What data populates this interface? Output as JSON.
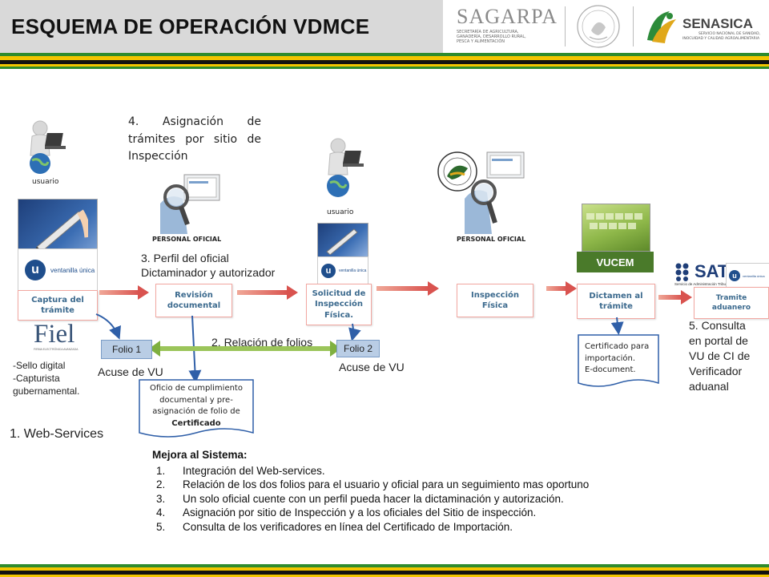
{
  "header": {
    "title": "ESQUEMA DE OPERACIÓN VDMCE",
    "logo_sagarpa": "SAGARPA",
    "sagarpa_sub": [
      "SECRETARÍA DE AGRICULTURA,",
      "GANADERÍA, DESARROLLO RURAL,",
      "PESCA Y ALIMENTACIÓN"
    ],
    "logo_senasica": "SENASICA",
    "senasica_sub": [
      "SERVICIO NACIONAL DE SANIDAD,",
      "INOCUIDAD Y CALIDAD AGROALIMENTARIA"
    ],
    "colors": {
      "band": "#d9d9d9",
      "stripe_green": "#2e8b2e",
      "stripe_yellow": "#f2c500",
      "stripe_black": "#111111"
    }
  },
  "actors": {
    "usuario_1": "usuario",
    "usuario_2": "usuario",
    "personal_oficial_1": "PERSONAL OFICIAL",
    "personal_oficial_2": "PERSONAL OFICIAL"
  },
  "logos": {
    "ventanilla": "ventanilla única",
    "fiel": "Fiel",
    "fiel_sub": "FIRMA ELECTRÓNICA AVANZADA",
    "vucem": "VUCEM",
    "sat": "SAT",
    "sat_sub": "Servicio de Administración Tributaria"
  },
  "steps": {
    "captura": [
      "Captura del",
      "trámite"
    ],
    "revision": [
      "Revisión",
      "documental"
    ],
    "solicitud": [
      "Solicitud de",
      "Inspección",
      "Física."
    ],
    "inspeccion": [
      "Inspección",
      "Física"
    ],
    "dictamen": [
      "Dictamen al",
      "trámite"
    ],
    "tramite": [
      "Tramite",
      "aduanero"
    ]
  },
  "folios": {
    "folio1": "Folio 1",
    "folio2": "Folio 2"
  },
  "annotations": {
    "step4": "4. Asignación de trámites por sitio de Inspección",
    "step3_line1": "3.  Perfil del oficial",
    "step3_line2": "Dictaminador y autorizador",
    "relacion": "2. Relación de folios",
    "acuse1": "Acuse de VU",
    "acuse2": "Acuse de VU",
    "fiel_notes": [
      "-Sello digital",
      "-Capturista",
      "gubernamental."
    ],
    "web_services": "1. Web-Services",
    "consulta": [
      "5. Consulta",
      "en portal de",
      "VU de CI de",
      "Verificador",
      "aduanal"
    ]
  },
  "documents": {
    "oficio": [
      "Oficio de cumplimiento",
      "documental y pre-",
      "asignación de folio de"
    ],
    "oficio_bold": "Certificado",
    "certificado": [
      "Certificado para",
      "importación.",
      "E-document."
    ]
  },
  "mejora": {
    "heading": "Mejora al Sistema:",
    "items": [
      "Integración del Web-services.",
      "Relación de los dos folios  para el  usuario y oficial para un seguimiento mas oportuno",
      "Un solo oficial cuente con un perfil pueda hacer la dictaminación y autorización.",
      "Asignación por sitio de Inspección y a los oficiales del Sitio de inspección.",
      "Consulta de los verificadores en línea del Certificado de Importación."
    ]
  }
}
